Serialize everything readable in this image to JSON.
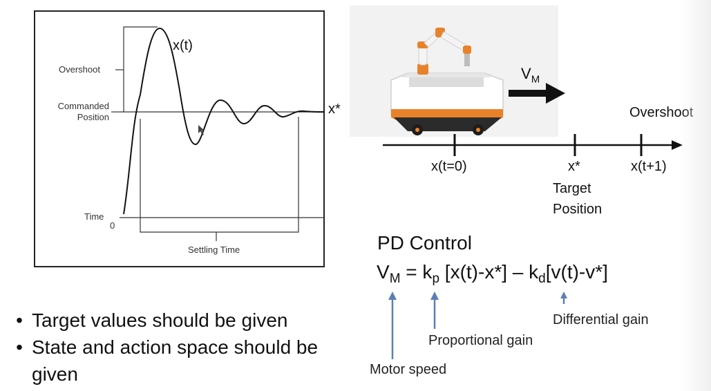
{
  "response_plot": {
    "curve_label": "x(t)",
    "target_label": "x*",
    "overshoot_label": "Overshoot",
    "commanded_label_line1": "Commanded",
    "commanded_label_line2": "Position",
    "time_label": "Time",
    "origin_label": "0",
    "settling_label": "Settling Time"
  },
  "robot_diagram": {
    "velocity_label": "V",
    "velocity_sub": "M",
    "overshoot_label": "Overshoot",
    "tick_start_label": "x(t=0)",
    "tick_target_label": "x*",
    "target_caption_line1": "Target",
    "target_caption_line2": "Position",
    "tick_next_label": "x(t+1)"
  },
  "pd_control": {
    "title": "PD Control",
    "v_symbol": "V",
    "v_sub": "M",
    "eq_part1": " = k",
    "kp_sub": "p",
    "eq_part2": " [x(t)-x*] – k",
    "kd_sub": "d",
    "eq_part3": "[v(t)-v*]",
    "motor_label": "Motor speed",
    "proportional_label": "Proportional gain",
    "differential_label": "Differential gain"
  },
  "bullets": [
    "Target values should be given",
    "State and action space should be given"
  ],
  "colors": {
    "arrow_blue": "#5b7fb4",
    "robot_orange": "#e8822a"
  }
}
